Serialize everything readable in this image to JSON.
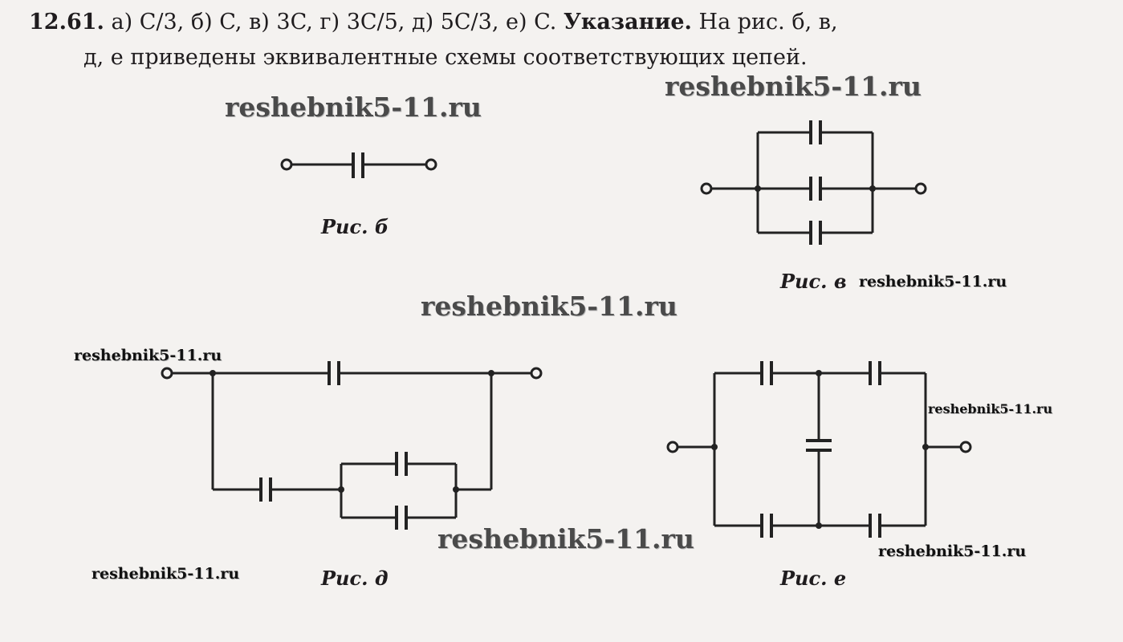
{
  "answer": {
    "number": "12.61.",
    "line1_rest": " а) C/3, б) C, в) 3C, г) 3C/5, д) 5C/3, е) C. ",
    "hint_label": "Указание.",
    "line1_tail": " На рис. б, в,",
    "line2": "д, е приведены эквивалентные схемы соответствующих цепей."
  },
  "figures": {
    "b": "Рис. б",
    "v": "Рис. в",
    "d": "Рис. д",
    "e": "Рис. е"
  },
  "watermarks": [
    "reshebnik5-11.ru",
    "reshebnik5-11.ru",
    "reshebnik5-11.ru",
    "reshebnik5-11.ru",
    "reshebnik5-11.ru",
    "reshebnik5-11.ru",
    "reshebnik5-11.ru",
    "reshebnik5-11.ru",
    "reshebnik5-11.ru"
  ]
}
